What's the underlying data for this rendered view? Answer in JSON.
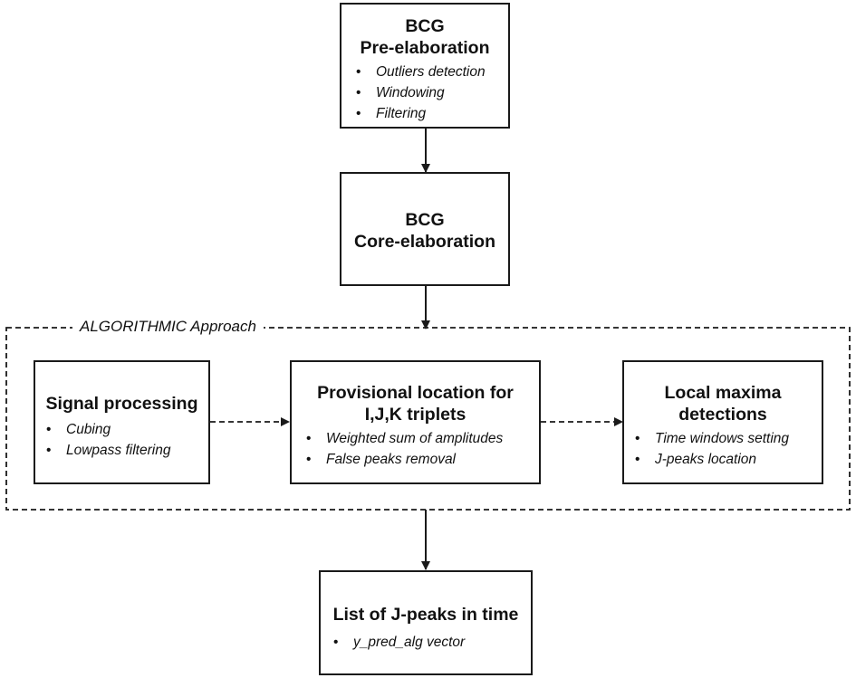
{
  "pre_elaboration": {
    "title_line1": "BCG",
    "title_line2": "Pre-elaboration",
    "items": [
      "Outliers detection",
      "Windowing",
      "Filtering"
    ]
  },
  "core_elaboration": {
    "title_line1": "BCG",
    "title_line2": "Core-elaboration"
  },
  "algorithmic_group": {
    "label": "ALGORITHMIC Approach"
  },
  "signal_processing": {
    "title": "Signal processing",
    "items": [
      "Cubing",
      "Lowpass filtering"
    ]
  },
  "provisional_location": {
    "title_line1": "Provisional location for",
    "title_line2": "I,J,K triplets",
    "items": [
      "Weighted sum of amplitudes",
      "False peaks removal"
    ]
  },
  "local_maxima": {
    "title_line1": "Local maxima",
    "title_line2": "detections",
    "items": [
      "Time windows setting",
      "J-peaks location"
    ]
  },
  "j_peaks_list": {
    "title": "List of J-peaks in time",
    "items": [
      "y_pred_alg vector"
    ]
  },
  "colors": {
    "stroke": "#1a1a1a",
    "background": "#ffffff"
  }
}
